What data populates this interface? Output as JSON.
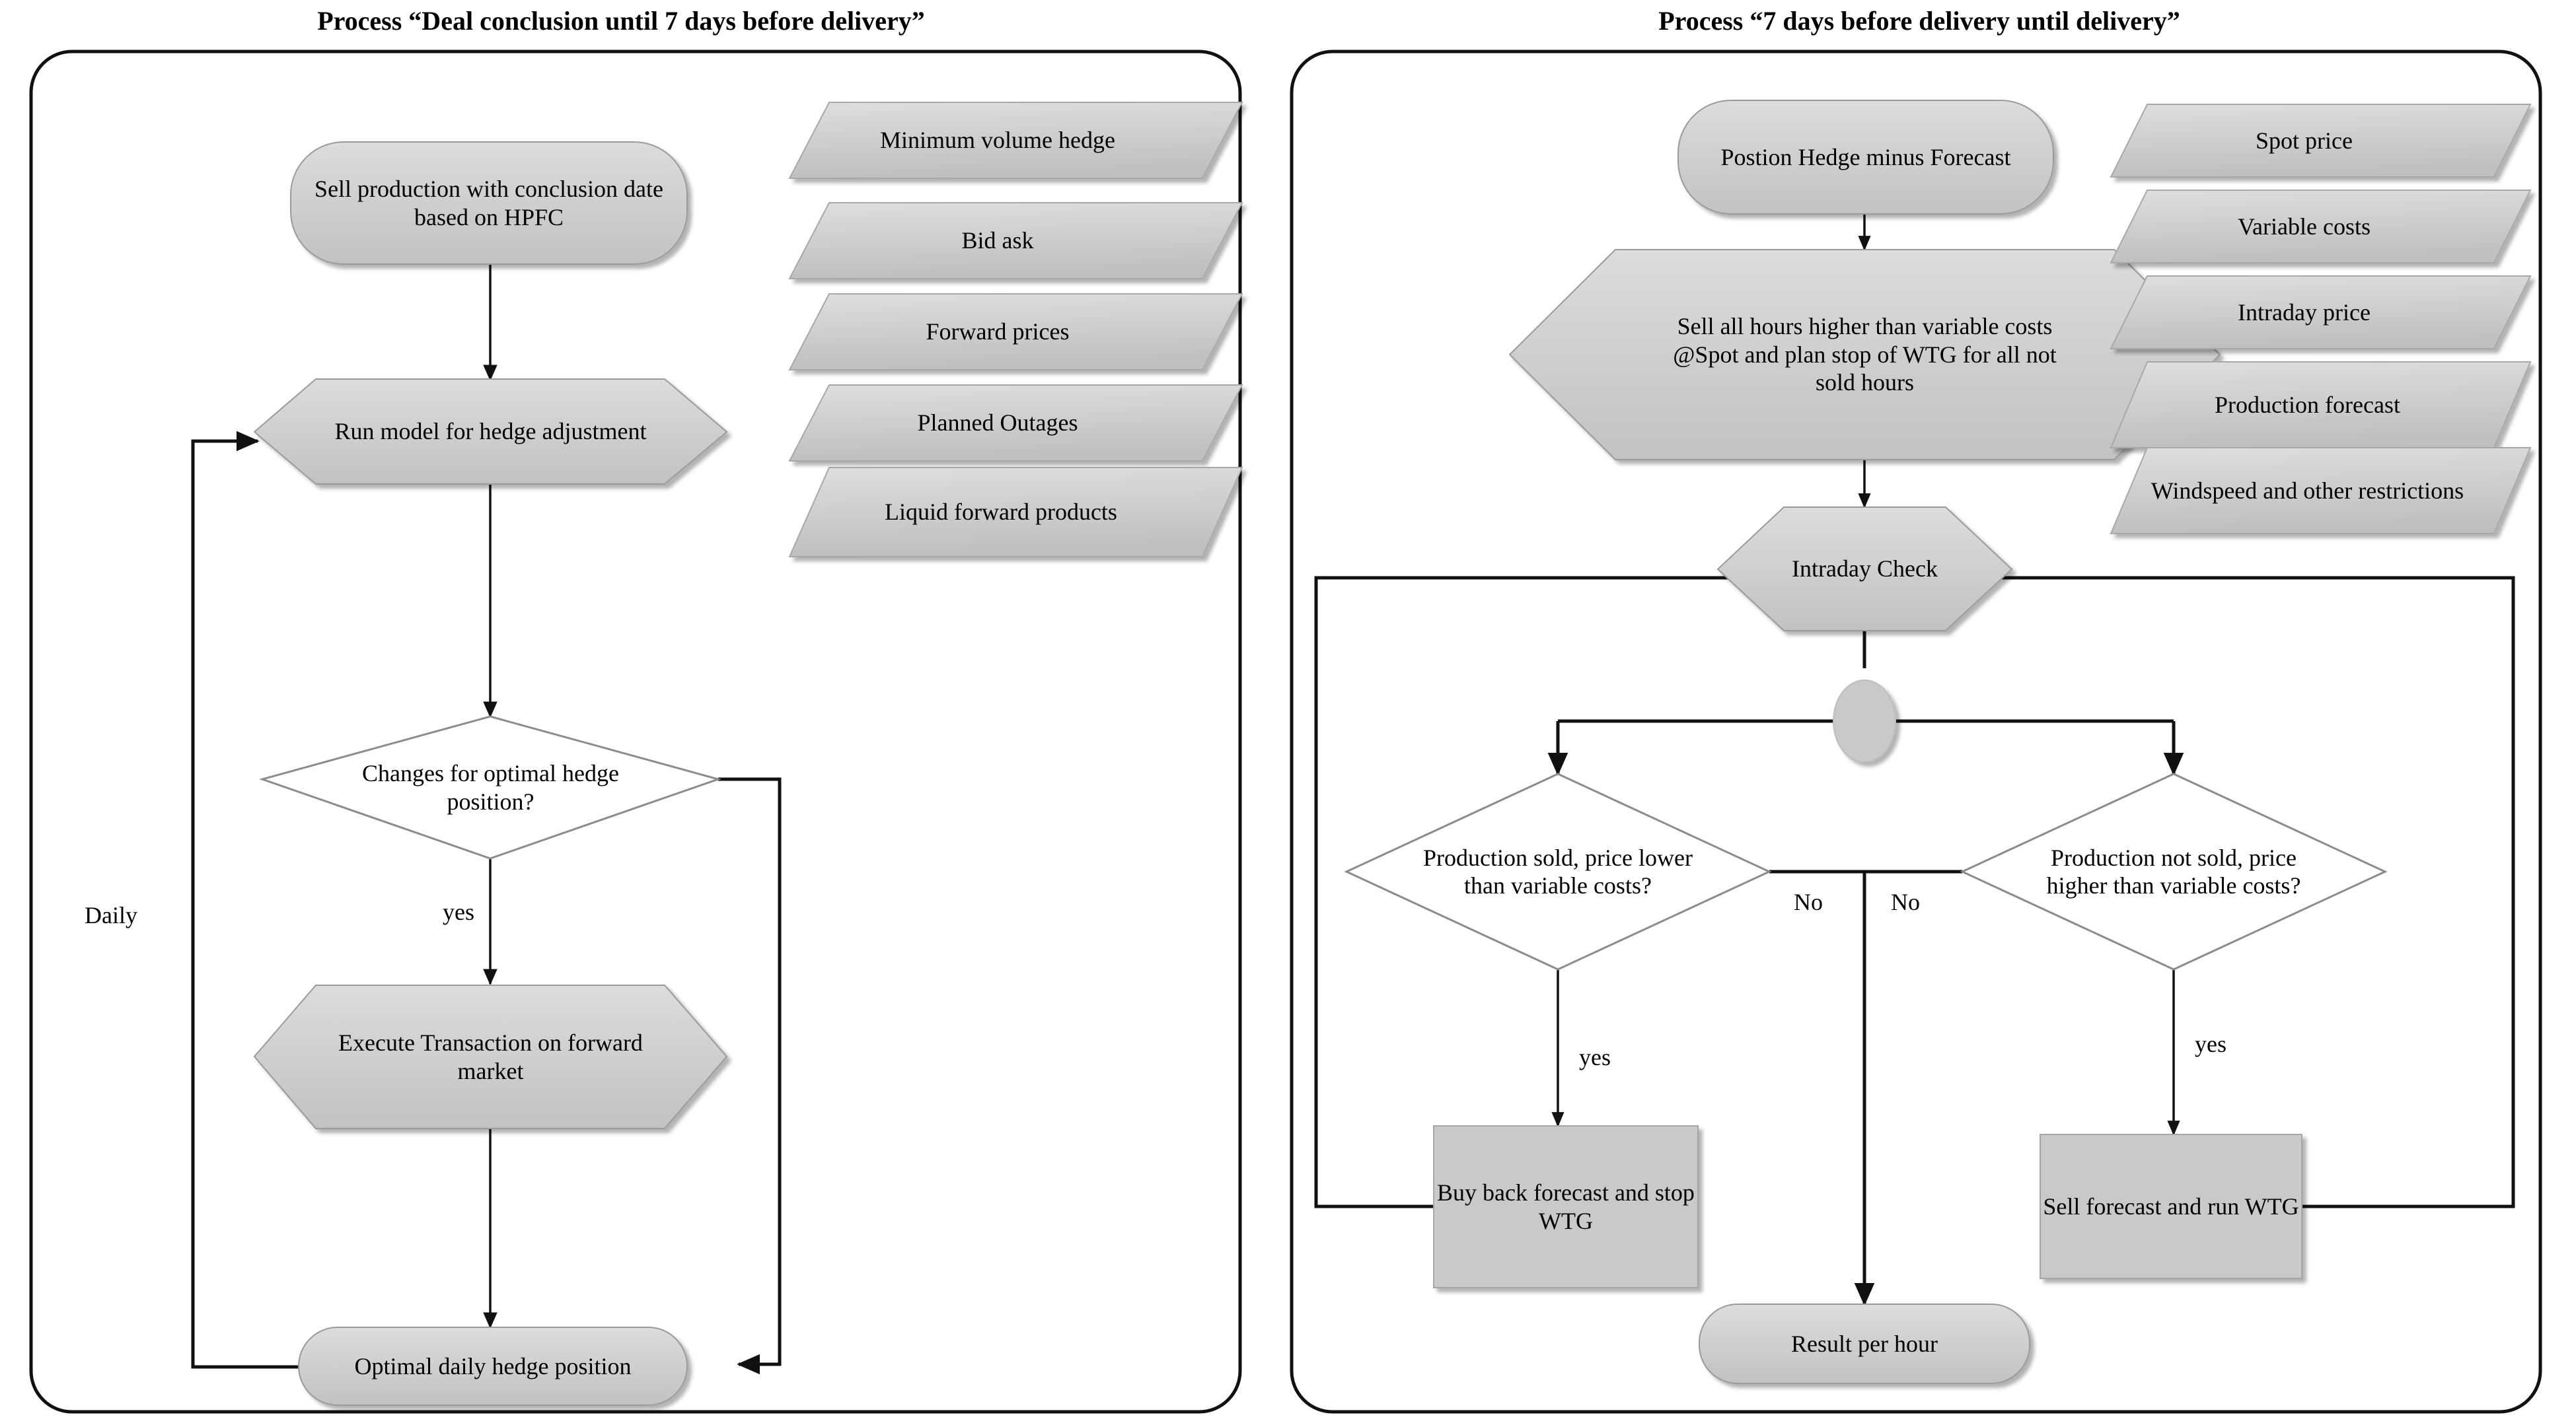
{
  "panels": [
    {
      "id": "left",
      "title": "Process “Deal conclusion until 7 days before delivery”",
      "nodes": {
        "start": "Sell production with conclusion date based on HPFC",
        "run_model": "Run model for hedge adjustment",
        "decision": "Changes for optimal hedge position?",
        "execute": "Execute Transaction on forward market",
        "end": "Optimal daily hedge position"
      },
      "inputs": [
        "Minimum volume hedge",
        "Bid ask",
        "Forward prices",
        "Planned Outages",
        "Liquid forward products"
      ],
      "edge_labels": {
        "daily": "Daily",
        "yes": "yes"
      }
    },
    {
      "id": "right",
      "title": "Process “7 days before delivery until delivery”",
      "nodes": {
        "start": "Postion Hedge minus Forecast",
        "sell_all": "Sell all hours higher than variable costs @Spot and plan stop of WTG for all not sold hours",
        "intraday_check": "Intraday Check",
        "decision_left": "Production sold, price lower than variable costs?",
        "decision_right": "Production not sold, price higher than variable costs?",
        "buy_back": "Buy back forecast and stop WTG",
        "sell_forecast": "Sell forecast and run WTG",
        "result": "Result per hour"
      },
      "inputs": [
        "Spot price",
        "Variable costs",
        "Intraday price",
        "Production forecast",
        "Windspeed and other restrictions"
      ],
      "edge_labels": {
        "no_left": "No",
        "no_right": "No",
        "yes_left": "yes",
        "yes_right": "yes"
      }
    }
  ],
  "colors": {
    "shape_fill": "#c8c8c8",
    "shape_fill_light": "#d5d5d5",
    "shape_stroke": "#7a7a7a",
    "diamond_fill": "#ffffff",
    "diamond_stroke": "#8c8c8c",
    "connector_line": "#111111",
    "panel_border": "#111111",
    "text": "#000000"
  }
}
